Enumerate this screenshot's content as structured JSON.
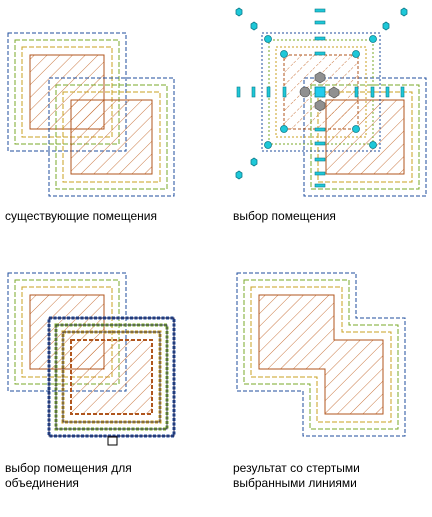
{
  "colors": {
    "outer": "#1f4e9c",
    "middle": "#7aa82a",
    "inner": "#c8a020",
    "room": "#b0561e",
    "hatch": "#c46a2e",
    "grip": "#1ec8d8",
    "grip_edge": "#0c7c8c",
    "grip_center": "#22ccee",
    "hover_grip": "#909090",
    "selected": "#2a2a5a"
  },
  "panels": [
    {
      "caption": "существующие помещения"
    },
    {
      "caption": "выбор помещения"
    },
    {
      "caption": "выбор помещения для\nобъединения"
    },
    {
      "caption": "результат со стертыми\nвыбранными линиями"
    }
  ]
}
